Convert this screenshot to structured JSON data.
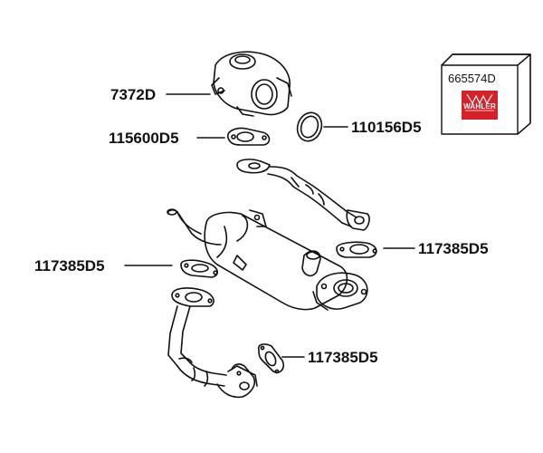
{
  "callouts": {
    "egr_valve": "7372D",
    "gasket_flange_top": "115600D5",
    "o_ring": "110156D5",
    "gasket_right": "117385D5",
    "gasket_left": "117385D5",
    "gasket_bottom": "117385D5"
  },
  "kit": {
    "part_number": "665574D",
    "brand": "WAHLER"
  },
  "colors": {
    "line": "#111111",
    "brand_red": "#d72027"
  }
}
